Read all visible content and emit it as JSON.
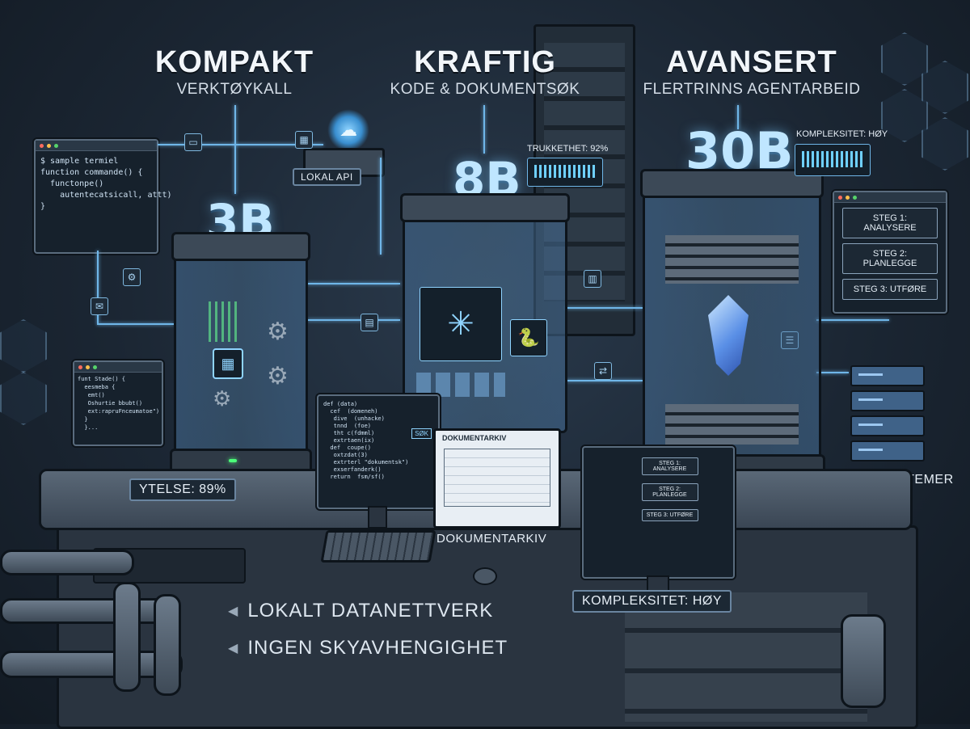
{
  "tiers": [
    {
      "title": "KOMPAKT",
      "subtitle": "VERKTØYKALL",
      "size": "3B"
    },
    {
      "title": "KRAFTIG",
      "subtitle": "KODE & DOKUMENTSØK",
      "size": "8B"
    },
    {
      "title": "AVANSERT",
      "subtitle": "FLERTRINNS AGENTARBEID",
      "size": "30B"
    }
  ],
  "api_label": "LOKAL API",
  "terminal": {
    "lines": [
      "$ sample termiel",
      "",
      "function commande() {",
      "  functonpe()",
      "    autentecatsicall, attt)",
      "}"
    ]
  },
  "callout_code": {
    "lines": [
      "funt Stade() {",
      "  eesmeba {",
      "   emt()",
      "   Oshurtie bbubt()",
      "   ext:rapruFnceumatoe\")",
      "  }",
      "  }..."
    ]
  },
  "metrics": {
    "ytelse": "YTELSE: 89%",
    "trukkethet": "TRUKKETHET: 92%",
    "kompleksitet_top": "KOMPLEKSITET: HØY",
    "kompleksitet_bottom": "KOMPLEKSITET: HØY"
  },
  "steps": [
    "STEG 1: ANALYSERE",
    "STEG 2: PLANLEGGE",
    "STEG 3: UTFØRE"
  ],
  "monitor_steps": [
    "STEG 1: ANALYSERE",
    "STEG 2: PLANLEGGE",
    "STEG 3: UTFØRE"
  ],
  "agentsystemer": "AGENTSYSTEMER",
  "dokumentarkiv_screen": "DOKUMENTARKIV",
  "dokumentarkiv_label": "DOKUMENTARKIV",
  "desk_lines": [
    "LOKALT DATANETTVERK",
    "INGEN SKYAVHENGIGHET"
  ],
  "code_screen": {
    "lines": [
      "def (data)",
      "  cef  (domeneh)",
      "   dive  (unhacke)",
      "   tnnd  (foe)",
      "   tht c(fdmml)",
      "   extrtaen(ix)",
      "",
      "  def  coupe()",
      "   oxtzdat(3)",
      "   extrterl \"dokumentsk\")",
      "   exserfanderk()",
      "",
      "  return  fsm/sf()"
    ],
    "tag": "SØK"
  },
  "colors": {
    "accent": "#6fb6e8",
    "led": "#4cff7a",
    "size_text": "#bfe6ff"
  }
}
